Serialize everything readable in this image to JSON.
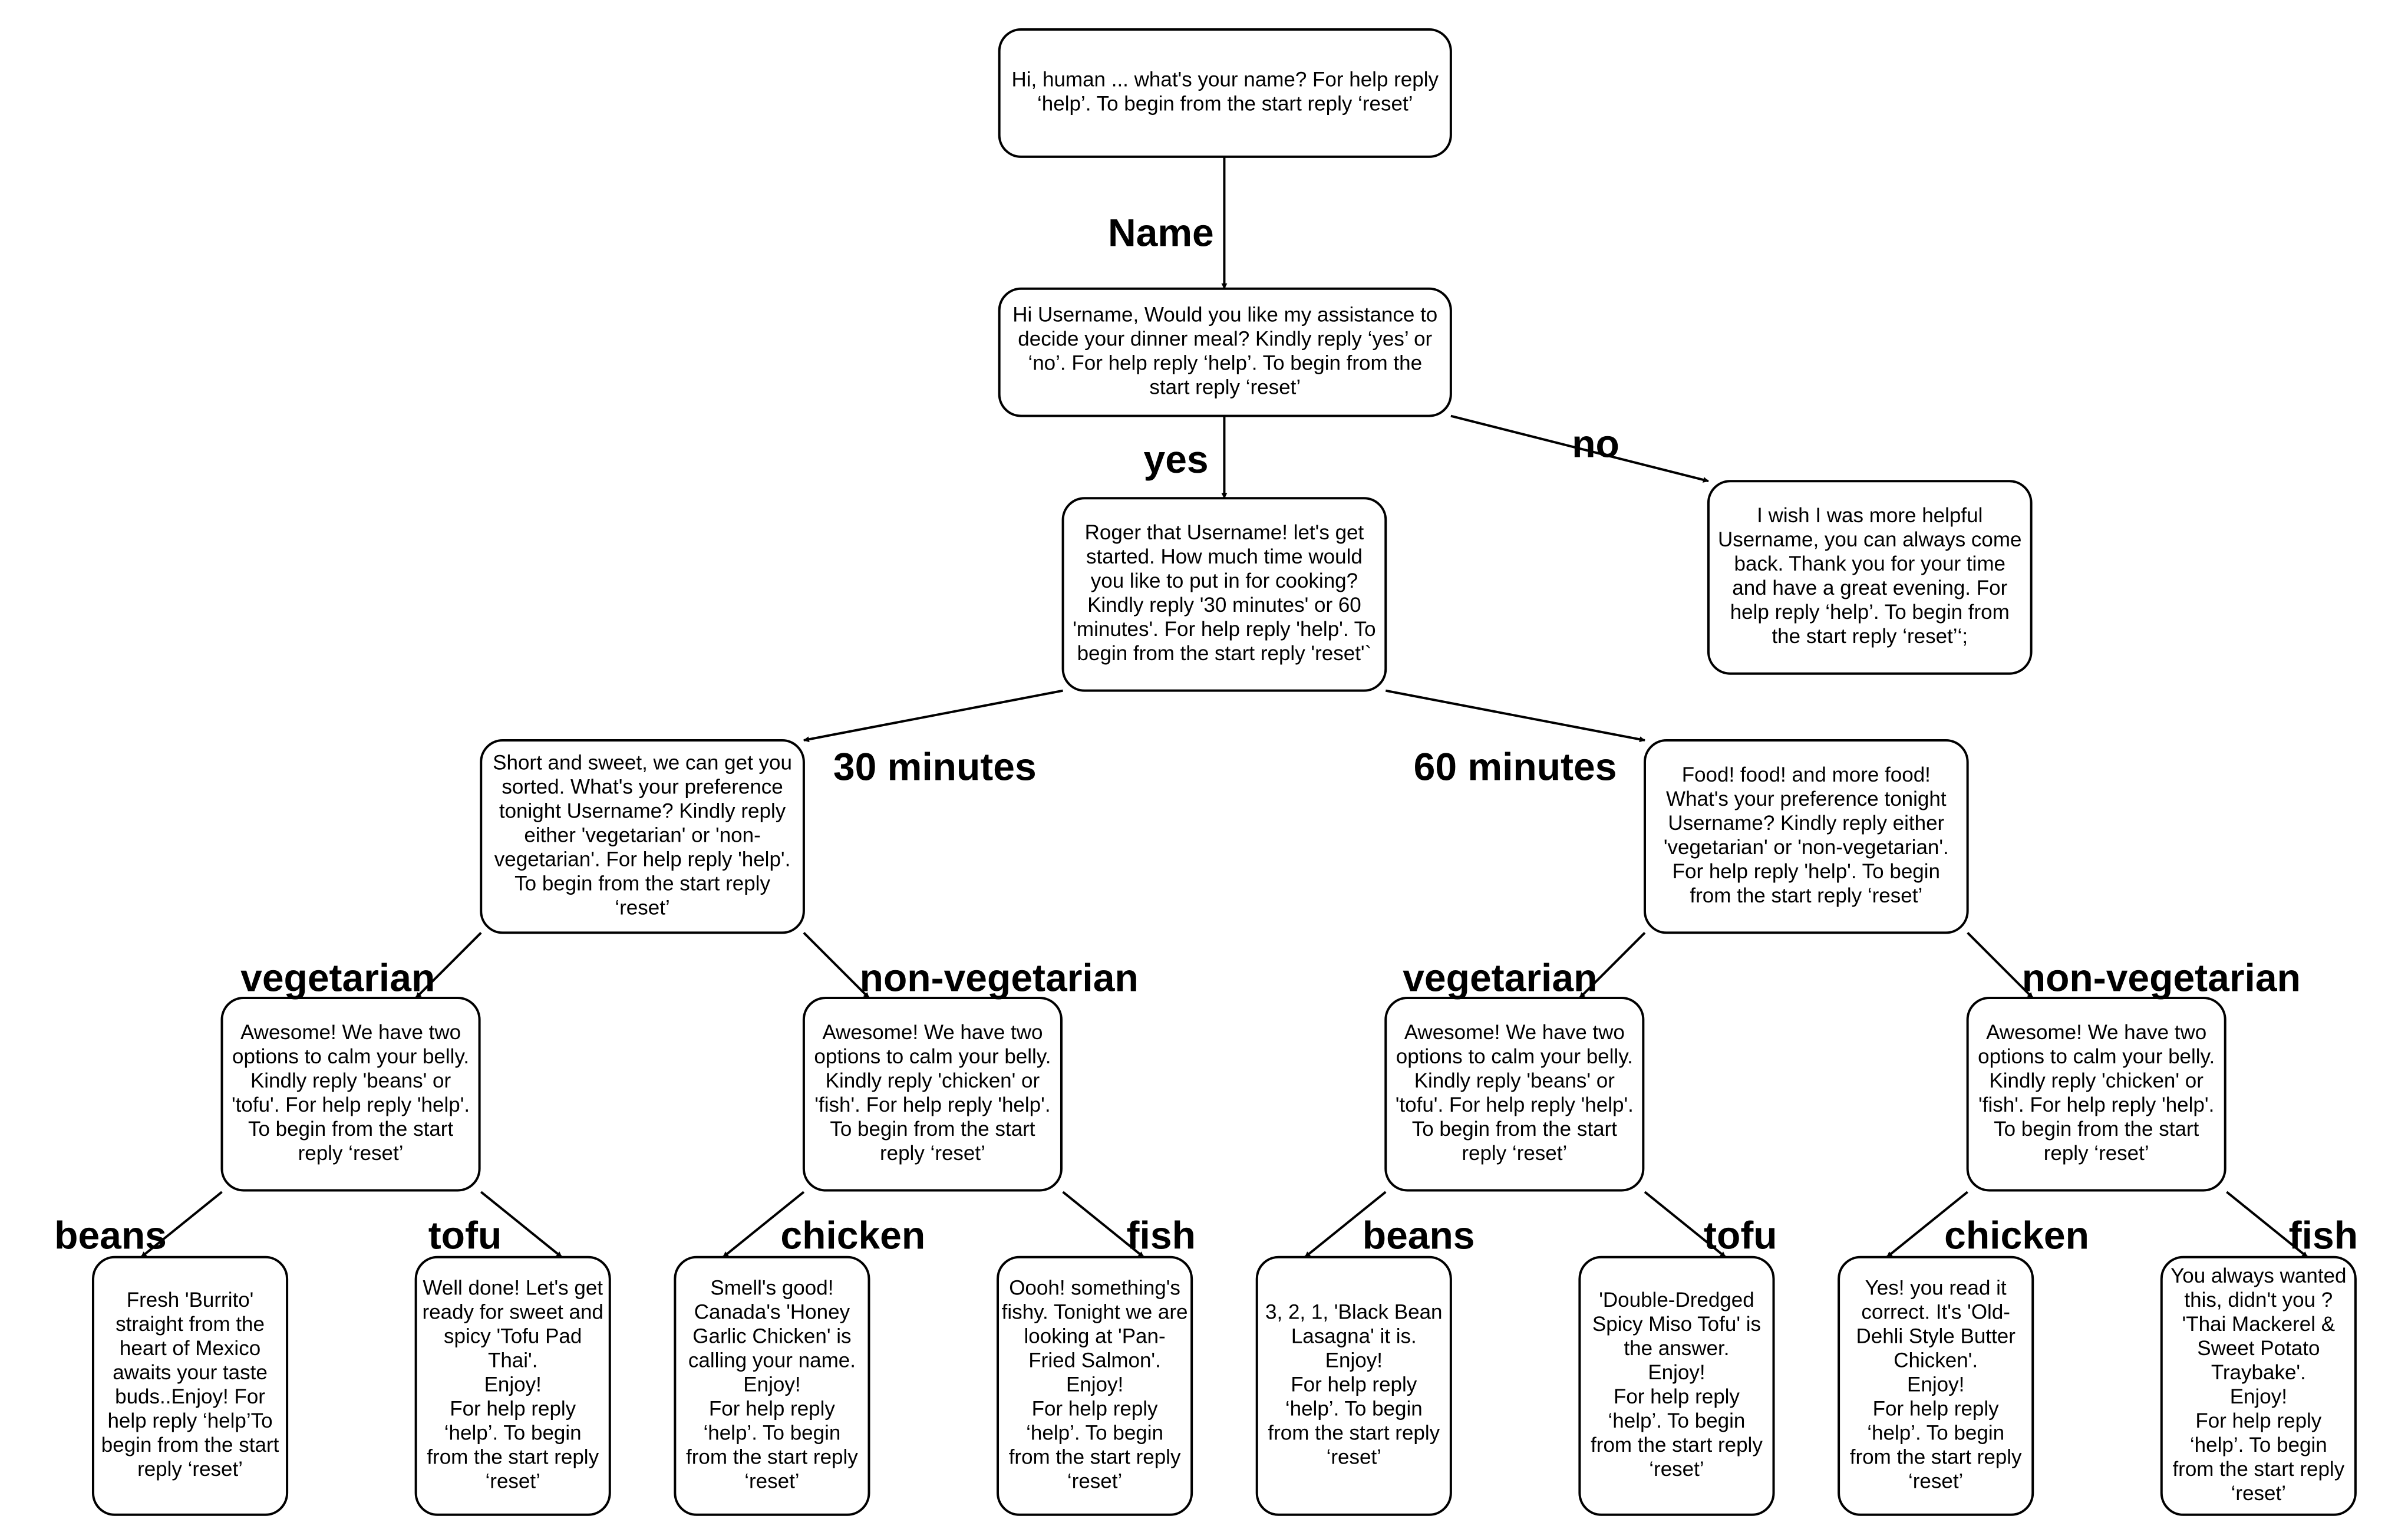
{
  "nodes": {
    "start": [
      "Hi, human ... what's your name? For help reply",
      "‘help’. To begin from the start reply ‘reset’"
    ],
    "ask_assist": [
      "Hi Username, Would you like my assistance to",
      "decide your dinner meal? Kindly reply ‘yes’ or",
      "‘no’. For help reply ‘help’. To begin from the",
      "start reply ‘reset’"
    ],
    "declined": [
      "I wish I was more helpful",
      "Username, you can always come",
      "back. Thank you for your time",
      "and have a great evening. For",
      "help reply ‘help’. To begin from",
      "the start reply ‘reset’‘;"
    ],
    "ask_time": [
      "Roger that Username! let's get",
      "started. How much time would",
      "you like to put in for cooking?",
      "Kindly reply '30 minutes' or 60",
      "'minutes'. For help reply 'help'. To",
      "begin from the start reply 'reset'`"
    ],
    "pref_30": [
      "Short and sweet, we can get you",
      "sorted. What's your preference",
      "tonight Username? Kindly reply",
      "either 'vegetarian' or 'non-",
      "vegetarian'. For help reply 'help'.",
      "To begin from the start reply",
      "‘reset’"
    ],
    "pref_60": [
      "Food! food! and more food!",
      "What's your preference tonight",
      "Username? Kindly reply either",
      "'vegetarian' or 'non-vegetarian'.",
      "For help reply 'help'. To begin",
      "from the start reply ‘reset’"
    ],
    "veg_30": [
      "Awesome! We have two",
      "options to calm your belly.",
      "Kindly reply 'beans' or",
      "'tofu'. For help reply 'help'.",
      "To begin from the start",
      "reply ‘reset’"
    ],
    "nonveg_30": [
      "Awesome! We have two",
      "options to calm your belly.",
      "Kindly reply 'chicken' or",
      "'fish'. For help reply 'help'.",
      "To begin from the start",
      "reply ‘reset’"
    ],
    "veg_60": [
      "Awesome! We have two",
      "options to calm your belly.",
      "Kindly reply 'beans' or",
      "'tofu'. For help reply 'help'.",
      "To begin from the start",
      "reply ‘reset’"
    ],
    "nonveg_60": [
      "Awesome! We have two",
      "options to calm your belly.",
      "Kindly reply 'chicken' or",
      "'fish'. For help reply 'help'.",
      "To begin from the start",
      "reply ‘reset’"
    ],
    "burrito": [
      "Fresh 'Burrito'",
      "straight from the",
      "heart of Mexico",
      "awaits your taste",
      "buds..Enjoy! For",
      "help reply ‘help’To",
      "begin from the start",
      "reply ‘reset’"
    ],
    "tofu_pad_thai": [
      "Well done! Let's get",
      "ready for sweet and",
      "spicy 'Tofu Pad",
      "Thai'.",
      "Enjoy!",
      "For help reply",
      "‘help’. To begin",
      "from the start reply",
      "‘reset’"
    ],
    "honey_garlic_chicken": [
      "Smell's good!",
      "Canada's 'Honey",
      "Garlic Chicken' is",
      "calling your name.",
      "Enjoy!",
      "For help reply",
      "‘help’. To begin",
      "from the start reply",
      "‘reset’"
    ],
    "pan_fried_salmon": [
      "Oooh! something's",
      "fishy. Tonight we are",
      "looking at 'Pan-",
      "Fried Salmon'.",
      "Enjoy!",
      "For help reply",
      "‘help’. To begin",
      "from the start reply",
      "‘reset’"
    ],
    "black_bean_lasagna": [
      "3, 2, 1, 'Black Bean",
      "Lasagna' it is.",
      "Enjoy!",
      "For help reply",
      "‘help’. To begin",
      "from the start reply",
      "‘reset’"
    ],
    "miso_tofu": [
      "'Double-Dredged",
      "Spicy Miso Tofu' is",
      "the answer.",
      "Enjoy!",
      "For help reply",
      "‘help’. To begin",
      "from the start reply",
      "‘reset’"
    ],
    "butter_chicken": [
      "Yes! you read it",
      "correct. It's 'Old-",
      "Dehli Style Butter",
      "Chicken'.",
      "Enjoy!",
      "For help reply",
      "‘help’. To begin",
      "from the start reply",
      "‘reset’"
    ],
    "thai_mackerel": [
      "You always wanted",
      "this, didn't you ?",
      "'Thai Mackerel &",
      "Sweet Potato",
      "Traybake'.",
      "Enjoy!",
      "For help reply",
      "‘help’. To begin",
      "from the start reply",
      "‘reset’"
    ]
  },
  "edges": [
    {
      "from": "start",
      "to": "ask_assist",
      "label": "Name"
    },
    {
      "from": "ask_assist",
      "to": "ask_time",
      "label": "yes"
    },
    {
      "from": "ask_assist",
      "to": "declined",
      "label": "no"
    },
    {
      "from": "ask_time",
      "to": "pref_30",
      "label": "30 minutes"
    },
    {
      "from": "ask_time",
      "to": "pref_60",
      "label": "60 minutes"
    },
    {
      "from": "pref_30",
      "to": "veg_30",
      "label": "vegetarian"
    },
    {
      "from": "pref_30",
      "to": "nonveg_30",
      "label": "non-vegetarian"
    },
    {
      "from": "pref_60",
      "to": "veg_60",
      "label": "vegetarian"
    },
    {
      "from": "pref_60",
      "to": "nonveg_60",
      "label": "non-vegetarian"
    },
    {
      "from": "veg_30",
      "to": "burrito",
      "label": "beans"
    },
    {
      "from": "veg_30",
      "to": "tofu_pad_thai",
      "label": "tofu"
    },
    {
      "from": "nonveg_30",
      "to": "honey_garlic_chicken",
      "label": "chicken"
    },
    {
      "from": "nonveg_30",
      "to": "pan_fried_salmon",
      "label": "fish"
    },
    {
      "from": "veg_60",
      "to": "black_bean_lasagna",
      "label": "beans"
    },
    {
      "from": "veg_60",
      "to": "miso_tofu",
      "label": "tofu"
    },
    {
      "from": "nonveg_60",
      "to": "butter_chicken",
      "label": "chicken"
    },
    {
      "from": "nonveg_60",
      "to": "thai_mackerel",
      "label": "fish"
    }
  ]
}
